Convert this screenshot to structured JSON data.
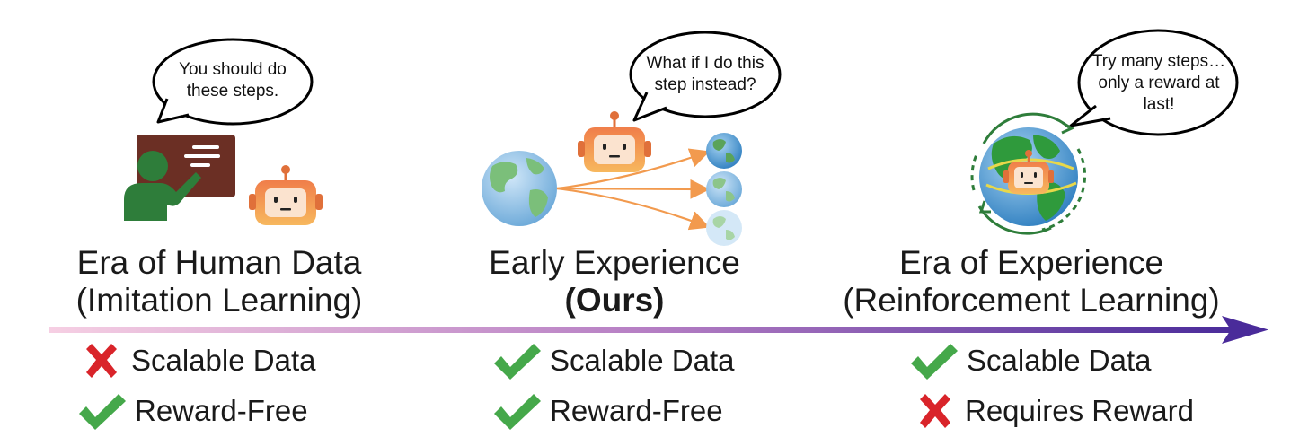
{
  "colors": {
    "check": "#45a84a",
    "cross": "#d9242a",
    "robot": "#f29a4e",
    "arrow_start": "#f4c6de",
    "arrow_end": "#4a2b9a",
    "teacher": "#2e7d3a",
    "board": "#6b2f24"
  },
  "eras": [
    {
      "id": "human",
      "title_line1": "Era of Human Data",
      "title_line2": "(Imitation Learning)",
      "bubble": [
        "You should do",
        "these steps."
      ],
      "criteria": [
        {
          "label": "Scalable Data",
          "status": "cross"
        },
        {
          "label": "Reward-Free",
          "status": "check"
        }
      ]
    },
    {
      "id": "early",
      "title_line1": "Early Experience",
      "title_line2": "(Ours)",
      "bubble": [
        "What if I do this",
        "step instead?"
      ],
      "criteria": [
        {
          "label": "Scalable Data",
          "status": "check"
        },
        {
          "label": "Reward-Free",
          "status": "check"
        }
      ]
    },
    {
      "id": "rl",
      "title_line1": "Era of Experience",
      "title_line2": "(Reinforcement Learning)",
      "bubble": [
        "Try many steps…",
        "only a reward at",
        "last!"
      ],
      "criteria": [
        {
          "label": "Scalable Data",
          "status": "check"
        },
        {
          "label": "Requires Reward",
          "status": "cross"
        }
      ]
    }
  ]
}
